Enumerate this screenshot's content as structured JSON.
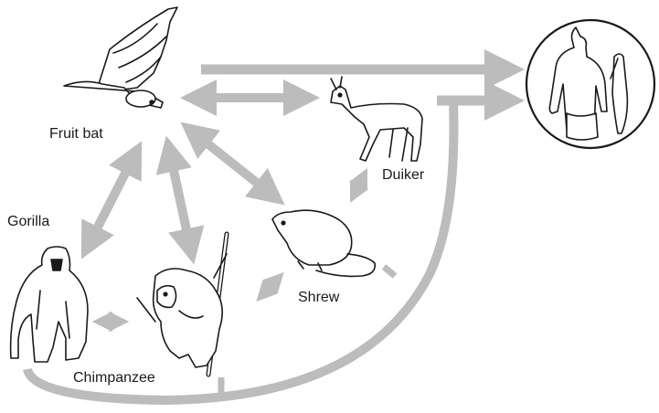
{
  "labels": {
    "fruit_bat": "Fruit bat",
    "gorilla": "Gorilla",
    "chimpanzee": "Chimpanzee",
    "shrew": "Shrew",
    "duiker": "Duiker"
  },
  "colors": {
    "arrow": "#bcbcbc",
    "ink": "#1a1a1a",
    "background": "#ffffff"
  },
  "icons": [
    "fruit-bat-icon",
    "duiker-icon",
    "shrew-icon",
    "gorilla-icon",
    "chimpanzee-icon",
    "human-hunter-icon"
  ]
}
